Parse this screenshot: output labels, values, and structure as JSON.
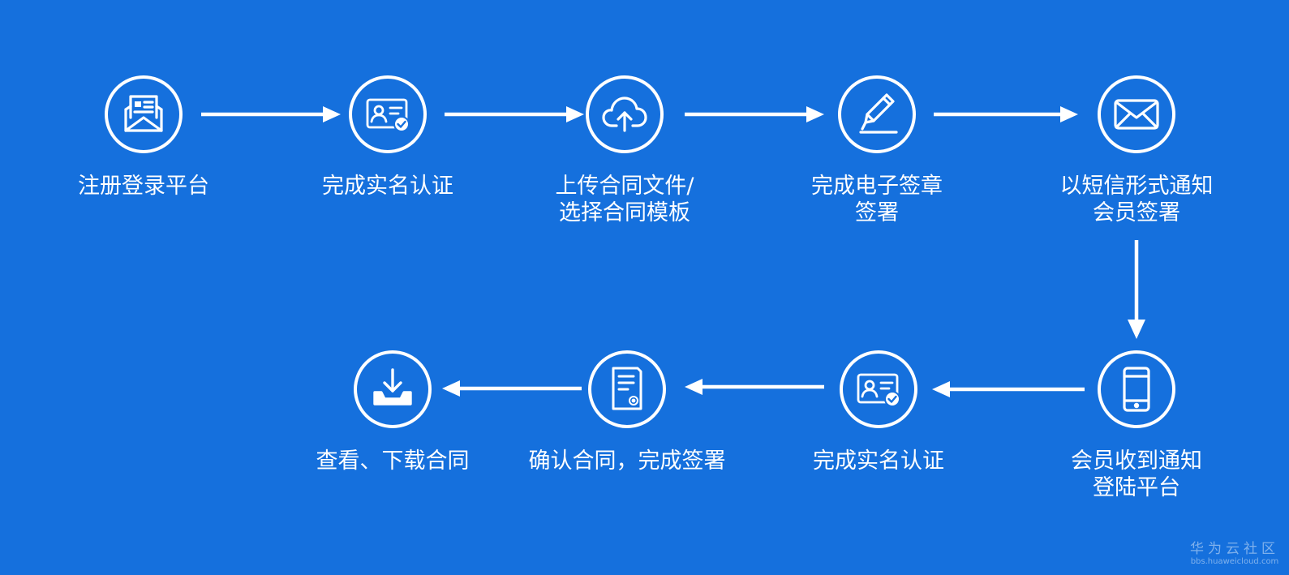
{
  "steps": [
    {
      "line1": "注册登录平台",
      "line2": "",
      "icon": "newsletter-envelope-icon"
    },
    {
      "line1": "完成实名认证",
      "line2": "",
      "icon": "id-card-verified-icon"
    },
    {
      "line1": "上传合同文件/",
      "line2": "选择合同模板",
      "icon": "cloud-upload-icon"
    },
    {
      "line1": "完成电子签章",
      "line2": "签署",
      "icon": "pen-sign-icon"
    },
    {
      "line1": "以短信形式通知",
      "line2": "会员签署",
      "icon": "mail-icon"
    },
    {
      "line1": "会员收到通知",
      "line2": "登陆平台",
      "icon": "mobile-phone-icon"
    },
    {
      "line1": "完成实名认证",
      "line2": "",
      "icon": "id-card-verified-icon"
    },
    {
      "line1": "确认合同，完成签署",
      "line2": "",
      "icon": "contract-document-icon"
    },
    {
      "line1": "查看、下载合同",
      "line2": "",
      "icon": "download-tray-icon"
    }
  ],
  "watermark": {
    "brand": "华为云社区",
    "url": "bbs.huaweicloud.com"
  }
}
